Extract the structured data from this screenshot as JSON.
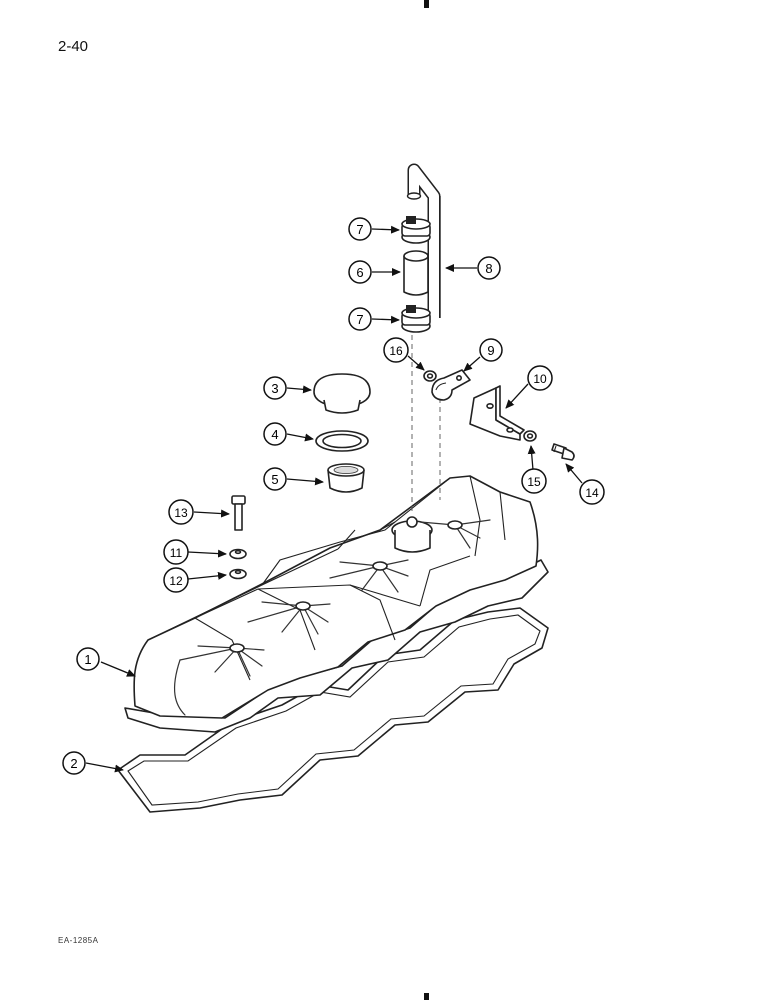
{
  "page": {
    "number": "2-40",
    "figure_code": "EA-1285A"
  },
  "callouts": [
    {
      "id": "c1",
      "label": "1"
    },
    {
      "id": "c2",
      "label": "2"
    },
    {
      "id": "c3",
      "label": "3"
    },
    {
      "id": "c4",
      "label": "4"
    },
    {
      "id": "c5",
      "label": "5"
    },
    {
      "id": "c6",
      "label": "6"
    },
    {
      "id": "c7a",
      "label": "7"
    },
    {
      "id": "c7b",
      "label": "7"
    },
    {
      "id": "c8",
      "label": "8"
    },
    {
      "id": "c9",
      "label": "9"
    },
    {
      "id": "c10",
      "label": "10"
    },
    {
      "id": "c11",
      "label": "11"
    },
    {
      "id": "c12",
      "label": "12"
    },
    {
      "id": "c13",
      "label": "13"
    },
    {
      "id": "c14",
      "label": "14"
    },
    {
      "id": "c15",
      "label": "15"
    },
    {
      "id": "c16",
      "label": "16"
    }
  ]
}
